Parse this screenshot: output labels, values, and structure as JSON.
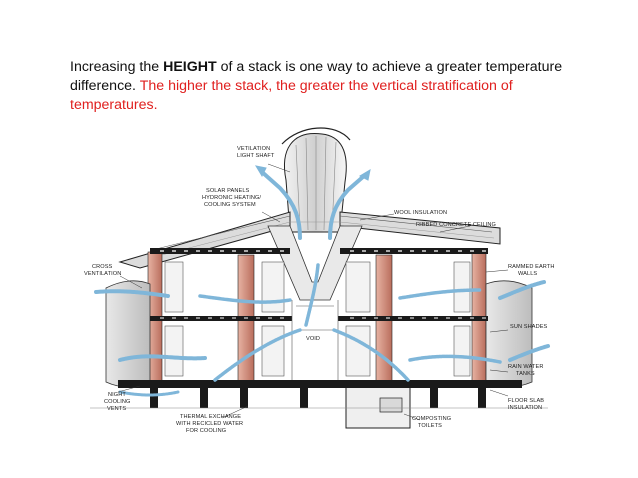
{
  "slide": {
    "text": {
      "part1": "Increasing the ",
      "bold": "HEIGHT",
      "part2": " of a stack is one way to achieve a greater temperature difference. ",
      "red": "The higher the stack, the greater the vertical stratification of temperatures."
    }
  },
  "diagram": {
    "labels": {
      "ventilation_shaft": [
        "VETILATION",
        "LIGHT SHAFT"
      ],
      "solar_panels": [
        "SOLAR PANELS",
        "HYDRONIC HEATING/",
        "COOLING SYSTEM"
      ],
      "wool_insulation": "WOOL INSULATION",
      "ribbed_ceiling": "RIBBED CONCRETE CEILING",
      "cross_ventilation": [
        "CROSS",
        "VENTILATION"
      ],
      "rammed_earth": [
        "RAMMED EARTH",
        "WALLS"
      ],
      "sun_shades": "SUN SHADES",
      "void": "VOID",
      "rain_water": [
        "RAIN WATER",
        "TANKS"
      ],
      "night_cooling": [
        "NIGHT",
        "COOLING",
        "VENTS"
      ],
      "floor_slab": [
        "FLOOR SLAB",
        "INSULATION"
      ],
      "thermal_exchange": [
        "THERMAL EXCHANGE",
        "WITH RECICLED WATER",
        "FOR COOLING"
      ],
      "composting": [
        "COMPOSTING",
        "TOILETS"
      ]
    },
    "colors": {
      "air_flow": "#7fb6d9",
      "rammed_earth": "#c98a78",
      "structure": "#1a1a1a"
    }
  }
}
